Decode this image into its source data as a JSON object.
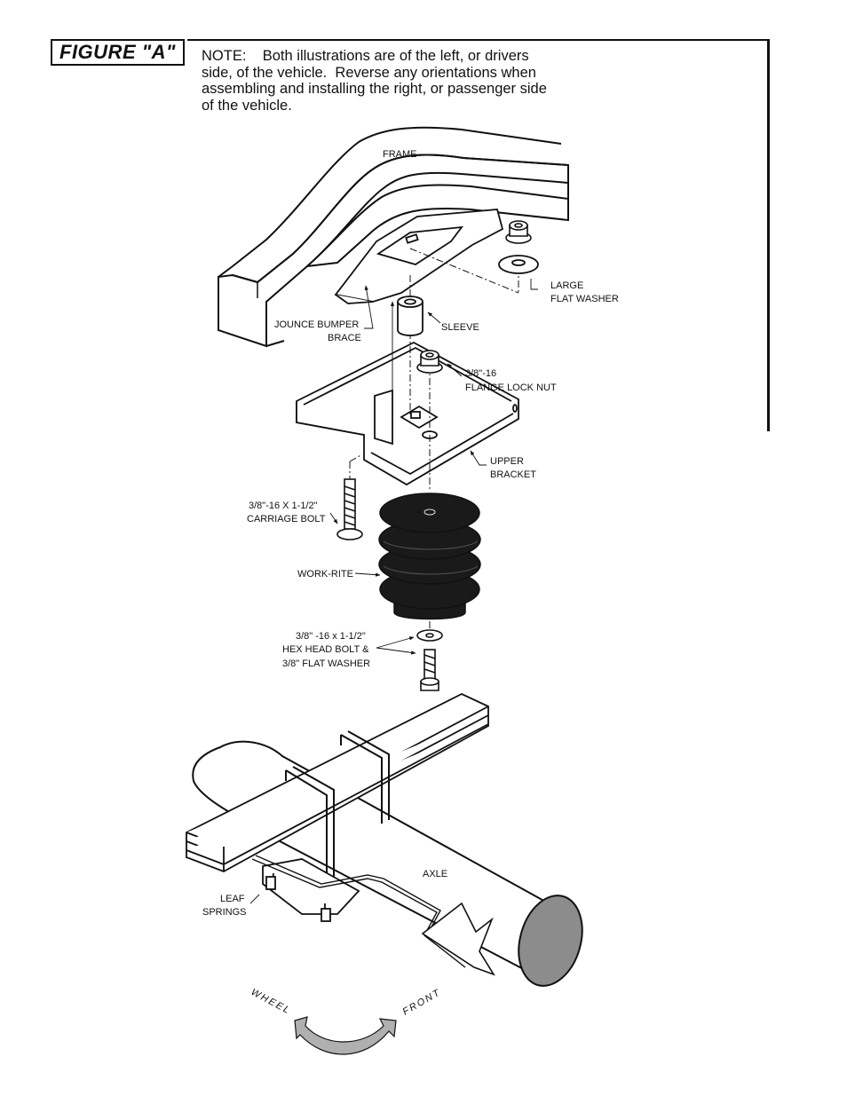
{
  "figure_title": "FIGURE \"A\"",
  "note": {
    "line1": "NOTE:    Both illustrations are of the left, or drivers",
    "line2": "side, of the vehicle.  Reverse any orientations when",
    "line3": "assembling and installing the right, or passenger side",
    "line4": "of the vehicle."
  },
  "labels": {
    "frame": "FRAME",
    "large_flat_washer_1": "LARGE",
    "large_flat_washer_2": "FLAT WASHER",
    "jounce_1": "JOUNCE BUMPER",
    "jounce_2": "BRACE",
    "sleeve": "SLEEVE",
    "flange_nut_1": "3/8\"-16",
    "flange_nut_2": "FLANGE LOCK NUT",
    "upper_bracket_1": "UPPER",
    "upper_bracket_2": "BRACKET",
    "carriage_bolt_1": "3/8\"-16 X 1-1/2\"",
    "carriage_bolt_2": "CARRIAGE BOLT",
    "work_rite": "WORK-RITE",
    "hex_bolt_1": "3/8\" -16 x 1-1/2\"",
    "hex_bolt_2": "HEX HEAD BOLT &",
    "hex_bolt_3": "3/8\" FLAT WASHER",
    "axle": "AXLE",
    "leaf_1": "LEAF",
    "leaf_2": "SPRINGS",
    "wheel": "WHEEL",
    "front": "FRONT"
  },
  "colors": {
    "ink": "#111111",
    "rubber": "#1a1a1a",
    "arrow_fill": "#b0b0b0",
    "axle_end": "#8c8c8c"
  }
}
